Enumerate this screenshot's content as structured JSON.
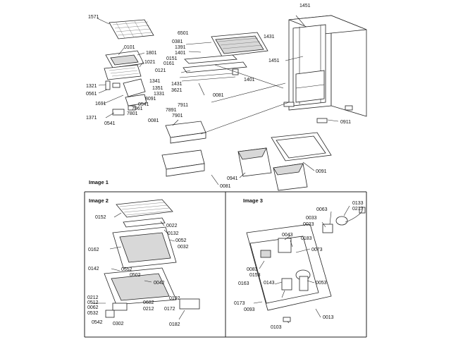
{
  "panels": [
    {
      "key": "image1",
      "label": "Image 1"
    },
    {
      "key": "image2",
      "label": "Image 2"
    },
    {
      "key": "image3",
      "label": "Image 3"
    }
  ],
  "callouts": {
    "image1": [
      "1571",
      "0101",
      "1801",
      "1021",
      "1321",
      "0561",
      "1691",
      "1371",
      "0541",
      "1341",
      "1351",
      "1331",
      "8091",
      "0541",
      "7961",
      "7801",
      "6501",
      "0381",
      "1391",
      "1401",
      "0151",
      "0161",
      "0121",
      "1431",
      "3621",
      "0081",
      "7911",
      "7891",
      "7901",
      "0081",
      "1401",
      "1451",
      "1431",
      "1451",
      "0911",
      "0941",
      "0091",
      "0081"
    ],
    "image2": [
      "0152",
      "0022",
      "0132",
      "0052",
      "0032",
      "0162",
      "0552",
      "0502",
      "0142",
      "0042",
      "0212",
      "0512",
      "0062",
      "0532",
      "0542",
      "0302",
      "0682",
      "0212",
      "0192",
      "0172",
      "0182"
    ],
    "image3": [
      "0133",
      "0213",
      "0063",
      "0033",
      "0023",
      "0043",
      "0183",
      "0073",
      "0083",
      "0153",
      "0143",
      "0163",
      "0053",
      "0173",
      "0093",
      "0103",
      "0013"
    ]
  }
}
